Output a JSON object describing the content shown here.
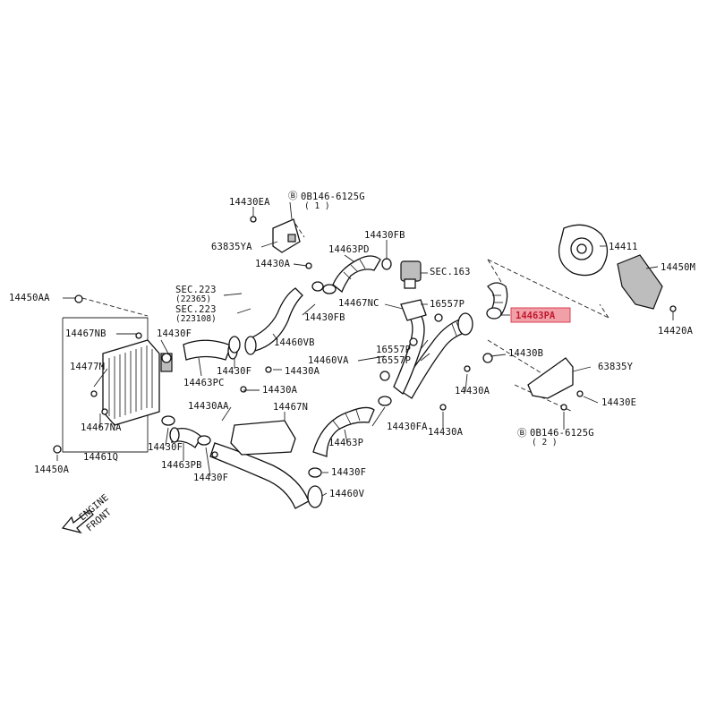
{
  "labels": {
    "l14430EA": "14430EA",
    "l08146_top": "0B146-6125G",
    "l08146_top_qty": "( 1 )",
    "l63835YA": "63835YA",
    "l14430A_top": "14430A",
    "l14430FB_top": "14430FB",
    "l14463PD": "14463PD",
    "lSEC163": "SEC.163",
    "l14467NC": "14467NC",
    "l16557P_a": "16557P",
    "l14463PA": "14463PA",
    "l14411": "14411",
    "l14450M": "14450M",
    "l14420A": "14420A",
    "l14450AA": "14450AA",
    "lSEC223a": "SEC.223",
    "lSEC223a_sub": "(22365)",
    "lSEC223b": "SEC.223",
    "lSEC223b_sub": "(223108)",
    "l14430FB_mid": "14430FB",
    "l14460VB": "14460VB",
    "l14467NB": "14467NB",
    "l14430F_a": "14430F",
    "l14463PC": "14463PC",
    "l14430F_b": "14430F",
    "l14430A_mid": "14430A",
    "l14460VA": "14460VA",
    "l16557P_b": "16557P",
    "l16557P_c": "16557P",
    "l14430B": "14430B",
    "l63835Y": "63835Y",
    "l14477M": "14477M",
    "l14430A_c": "14430A",
    "l14430A_d": "14430A",
    "l14430AA": "14430AA",
    "l14467N": "14467N",
    "l14430FA": "14430FA",
    "l14430A_e": "14430A",
    "l14430E": "14430E",
    "l14467NA": "14467NA",
    "l14463P": "14463P",
    "l08146_bot": "0B146-6125G",
    "l08146_bot_qty": "( 2 )",
    "l14430F_c": "14430F",
    "l14461Q": "14461Q",
    "l14463PB": "14463PB",
    "l14430F_d": "14430F",
    "l14430F_e": "14430F",
    "l14450A": "14450A",
    "l14460V": "14460V",
    "engine": "ENGINE",
    "front": "FRONT"
  },
  "colors": {
    "highlight_fill": "#f2a0a8",
    "highlight_text": "#c0182e",
    "line": "#222222"
  }
}
